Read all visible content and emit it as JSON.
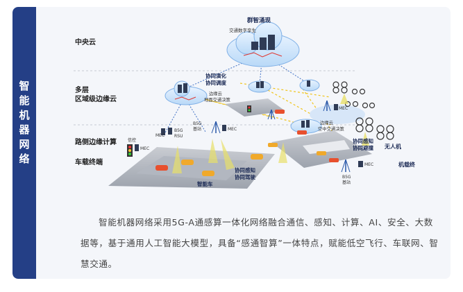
{
  "sidebar": {
    "title_chars": [
      "智",
      "能",
      "机",
      "器",
      "网",
      "络"
    ]
  },
  "diagram": {
    "layers": [
      "中央云",
      "多层\n区域级边缘云",
      "路侧边缘计算",
      "车载终端"
    ],
    "cloud_top_title": "群智涌现",
    "cloud_top_sub": "交通数字孪生",
    "co_evolve": "协同演化\n协同调度",
    "edge_left": "边缘云\n地面交通决策",
    "edge_right": "边缘云\n空中交通决策",
    "mec": "MEC",
    "b5g_station": "B5G\n基站",
    "b5g_rsu": "B5G\nRSU",
    "signal": "信控",
    "smart_car": "智能车",
    "co_perceive_drive": "协同感知\n协同驾驶",
    "co_perceive_avoid": "协同感知\n协同避撞",
    "drone": "无人机",
    "airborne": "机载终"
  },
  "paragraph": "智能机器网络采用5G-A通感算一体化网络融合通信、感知、计算、AI、安全、大数据等，基于通用人工智能大模型，具备“感通智算”一体特点，赋能低空飞行、车联网、智慧交通。"
}
